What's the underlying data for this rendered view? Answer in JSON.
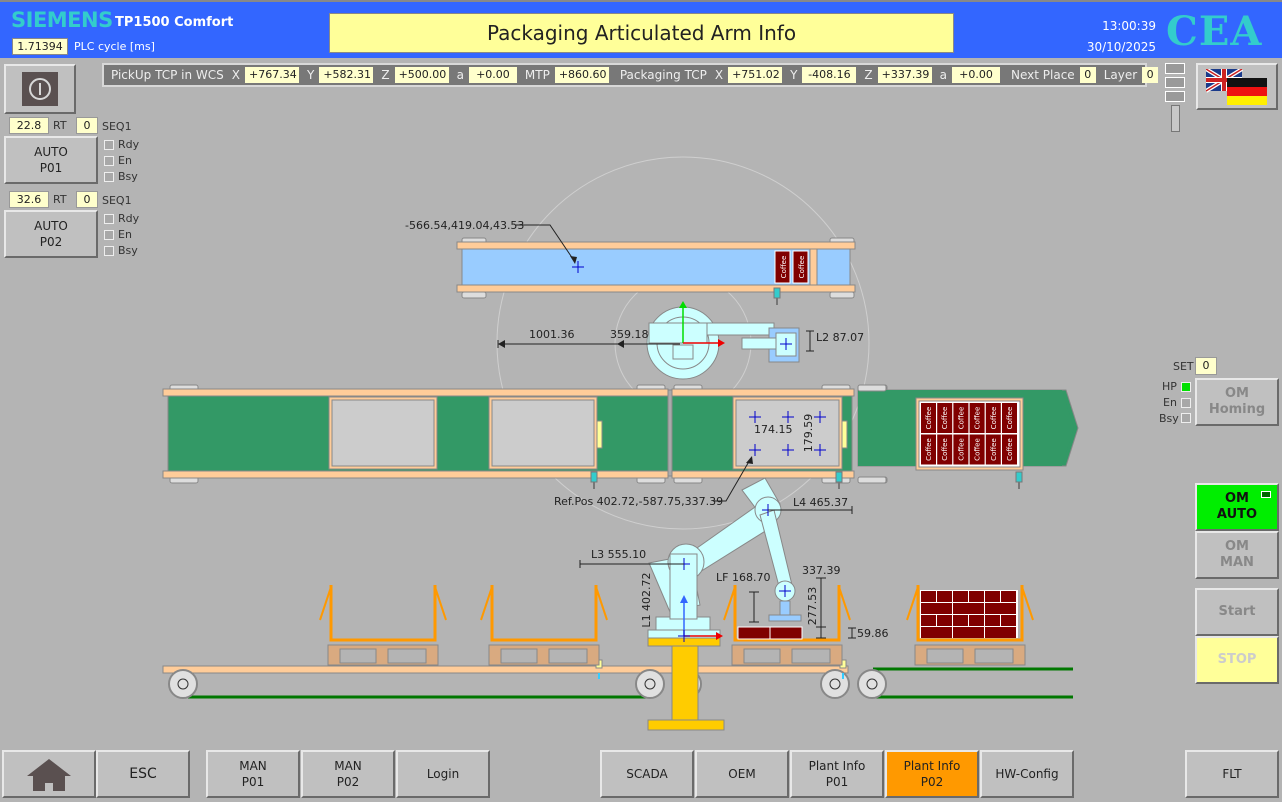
{
  "header": {
    "brand": "SIEMENS",
    "model": "TP1500 Comfort",
    "plc_cycle_value": "1.71394",
    "plc_cycle_label": "PLC cycle [ms]",
    "title": "Packaging Articulated Arm Info",
    "time": "13:00:39",
    "date": "30/10/2025",
    "logo": "CEA"
  },
  "tcp_bar": {
    "pickup_label": "PickUp TCP in WCS",
    "pickup": {
      "x_label": "X",
      "x": "+767.34",
      "y_label": "Y",
      "y": "+582.31",
      "z_label": "Z",
      "z": "+500.00",
      "a_label": "a",
      "a": "+0.00",
      "mtp_label": "MTP",
      "mtp": "+860.60"
    },
    "packaging_label": "Packaging TCP",
    "packaging": {
      "x_label": "X",
      "x": "+751.02",
      "y_label": "Y",
      "y": "-408.16",
      "z_label": "Z",
      "z": "+337.39",
      "a_label": "a",
      "a": "+0.00"
    },
    "next_place_label": "Next Place",
    "next_place": "0",
    "layer_label": "Layer",
    "layer": "0"
  },
  "left_panel": {
    "power_icon": "power-icon",
    "units": [
      {
        "rt_value": "22.8",
        "rt_label": "RT",
        "seq_value": "0",
        "seq_label": "SEQ1",
        "button_line1": "AUTO",
        "button_line2": "P01",
        "status": [
          {
            "label": "Rdy",
            "on": false
          },
          {
            "label": "En",
            "on": false
          },
          {
            "label": "Bsy",
            "on": false
          }
        ]
      },
      {
        "rt_value": "32.6",
        "rt_label": "RT",
        "seq_value": "0",
        "seq_label": "SEQ1",
        "button_line1": "AUTO",
        "button_line2": "P02",
        "status": [
          {
            "label": "Rdy",
            "on": false
          },
          {
            "label": "En",
            "on": false
          },
          {
            "label": "Bsy",
            "on": false
          }
        ]
      }
    ]
  },
  "right_panel": {
    "language_icon": "uk-de-flag-icon",
    "set_label": "SET",
    "set_value": "0",
    "homing_status": [
      {
        "label": "HP",
        "on": true
      },
      {
        "label": "En",
        "on": false
      },
      {
        "label": "Bsy",
        "on": false
      }
    ],
    "om_homing_line1": "OM",
    "om_homing_line2": "Homing",
    "om_auto_line1": "OM",
    "om_auto_line2": "AUTO",
    "om_man_line1": "OM",
    "om_man_line2": "MAN",
    "start_label": "Start",
    "stop_label": "STOP"
  },
  "scene": {
    "pick_point_label": "-566.54,419.04,43.53",
    "dim_1001": "1001.36",
    "dim_359": "359.18",
    "l2_label": "L2 87.07",
    "box_width": "174.15",
    "box_height": "179.59",
    "ref_pos_label": "Ref.Pos 402.72,-587.75,337.39",
    "l4_label": "L4 465.37",
    "l3_label": "L3 555.10",
    "l1_label": "L1 402.72",
    "lf_label": "LF 168.70",
    "z_top_label": "337.39",
    "z_mid_label": "277.53",
    "z_low_label": "59.86",
    "product_label": "Coffee",
    "colors": {
      "conveyor_green": "#339966",
      "conveyor_blue": "#99ccff",
      "frame": "#ffcc99",
      "product": "#800000",
      "robot": "#ccffff",
      "robot_base": "#ffcc00",
      "pallet": "#d9aa80",
      "pallet_frame": "#ff9900"
    }
  },
  "bottom_nav": {
    "home_icon": "home-icon",
    "esc": "ESC",
    "man_p01_line1": "MAN",
    "man_p01_line2": "P01",
    "man_p02_line1": "MAN",
    "man_p02_line2": "P02",
    "login": "Login",
    "scada": "SCADA",
    "oem": "OEM",
    "plant_p01_line1": "Plant Info",
    "plant_p01_line2": "P01",
    "plant_p02_line1": "Plant Info",
    "plant_p02_line2": "P02",
    "hw_config": "HW-Config",
    "flt": "FLT"
  }
}
